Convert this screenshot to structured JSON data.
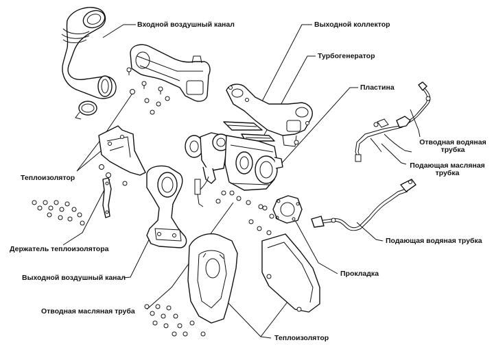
{
  "labels": {
    "inlet_air_duct": "Входной воздушный канал",
    "exhaust_manifold": "Выходной коллектор",
    "turbocharger": "Турбогенератор",
    "plate": "Пластина",
    "oil_return_water_pipe_line1": "Отводная водяная",
    "oil_return_water_pipe_line2": "трубка",
    "oil_feed_pipe_line1": "Подающая масляная",
    "oil_feed_pipe_line2": "трубка",
    "water_feed_pipe": "Подающая водяная трубка",
    "heat_shield_left": "Теплоизолятор",
    "heat_shield_holder": "Держатель теплоизолятора",
    "outlet_air_duct": "Выходной воздушный канал",
    "gasket": "Прокладка",
    "oil_return_pipe": "Отводная масляная труба",
    "heat_shield_bottom": "Теплоизолятор"
  },
  "colors": {
    "line": "#111111",
    "background": "#ffffff"
  }
}
